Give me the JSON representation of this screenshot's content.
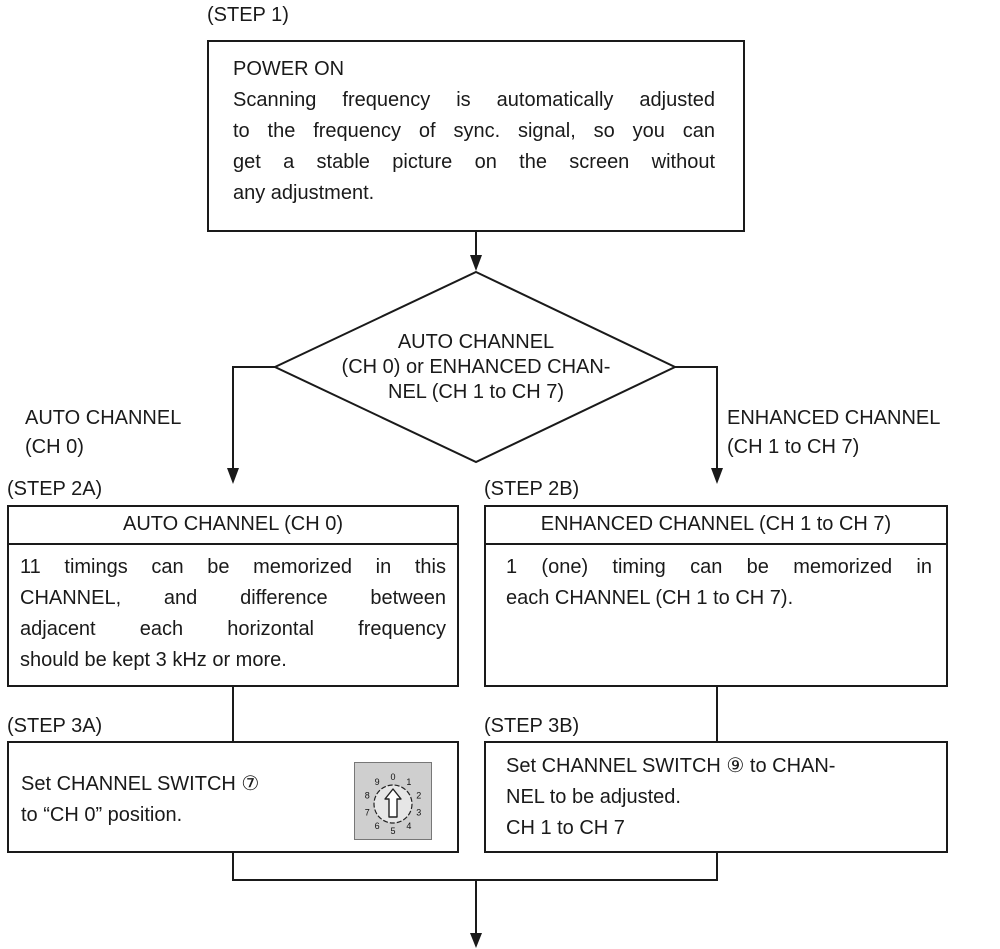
{
  "step1": {
    "label": "(STEP 1)",
    "title": "POWER ON",
    "lines": [
      "Scanning frequency is automatically adjusted",
      "to the frequency of sync. signal, so you can",
      "get a stable picture on the screen without",
      "any adjustment."
    ]
  },
  "decision": {
    "lines": [
      "AUTO CHANNEL",
      "(CH 0) or ENHANCED CHAN-",
      "NEL (CH 1 to CH 7)"
    ],
    "left_branch": [
      "AUTO CHANNEL",
      "(CH 0)"
    ],
    "right_branch": [
      "ENHANCED CHANNEL",
      "(CH 1 to CH 7)"
    ]
  },
  "step2a": {
    "label": "(STEP 2A)",
    "header": "AUTO CHANNEL (CH 0)",
    "lines": [
      "11 timings can be memorized in this",
      "CHANNEL, and difference between",
      "adjacent each horizontal frequency",
      "should be kept 3 kHz or more."
    ]
  },
  "step2b": {
    "label": "(STEP 2B)",
    "header": "ENHANCED CHANNEL (CH 1 to CH 7)",
    "lines": [
      "1 (one) timing can be memorized in",
      "each CHANNEL (CH 1 to CH 7)."
    ]
  },
  "step3a": {
    "label": "(STEP 3A)",
    "lines": [
      "Set CHANNEL SWITCH ⑦",
      "to “CH 0” position."
    ],
    "dial_numbers": [
      "0",
      "1",
      "2",
      "3",
      "4",
      "5",
      "6",
      "7",
      "8",
      "9"
    ]
  },
  "step3b": {
    "label": "(STEP 3B)",
    "lines": [
      "Set CHANNEL SWITCH ⑨ to CHAN-",
      "NEL to be adjusted.",
      "CH 1 to CH 7"
    ]
  }
}
